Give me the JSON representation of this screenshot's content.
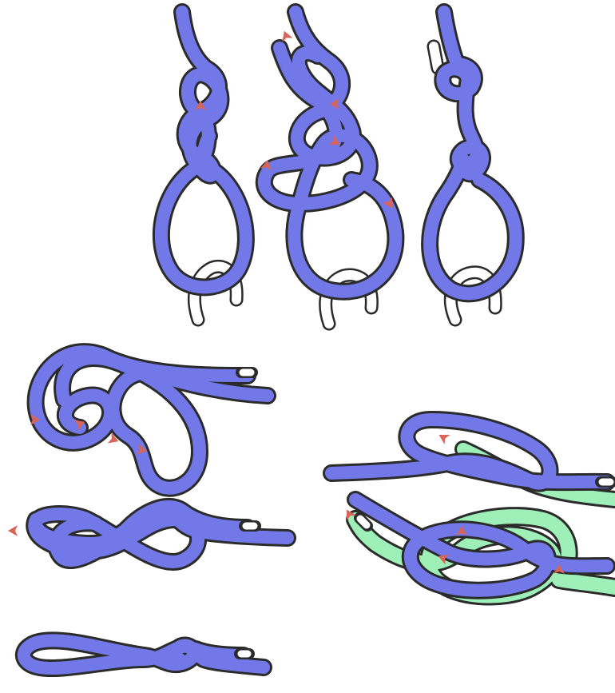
{
  "colors": {
    "background": "#ffffff",
    "rope_blue": "#7278e8",
    "rope_blue_dark": "#3b3fa0",
    "rope_green": "#9ff0b8",
    "rope_white": "#ffffff",
    "outline": "#2b2b2b",
    "arrow": "#d9645a"
  },
  "figures": [
    {
      "id": "step-1",
      "description_icon": "figure-eight-loop-start-icon"
    },
    {
      "id": "step-2",
      "description_icon": "figure-eight-loop-threading-icon"
    },
    {
      "id": "step-3",
      "description_icon": "figure-eight-loop-finished-icon"
    },
    {
      "id": "step-4",
      "description_icon": "figure-eight-bight-threading-icon"
    },
    {
      "id": "step-5",
      "description_icon": "figure-eight-bight-dressed-icon"
    },
    {
      "id": "step-6",
      "description_icon": "figure-eight-bight-finished-icon"
    },
    {
      "id": "step-7",
      "description_icon": "figure-eight-bend-start-icon"
    },
    {
      "id": "step-8",
      "description_icon": "figure-eight-bend-finished-icon"
    }
  ]
}
